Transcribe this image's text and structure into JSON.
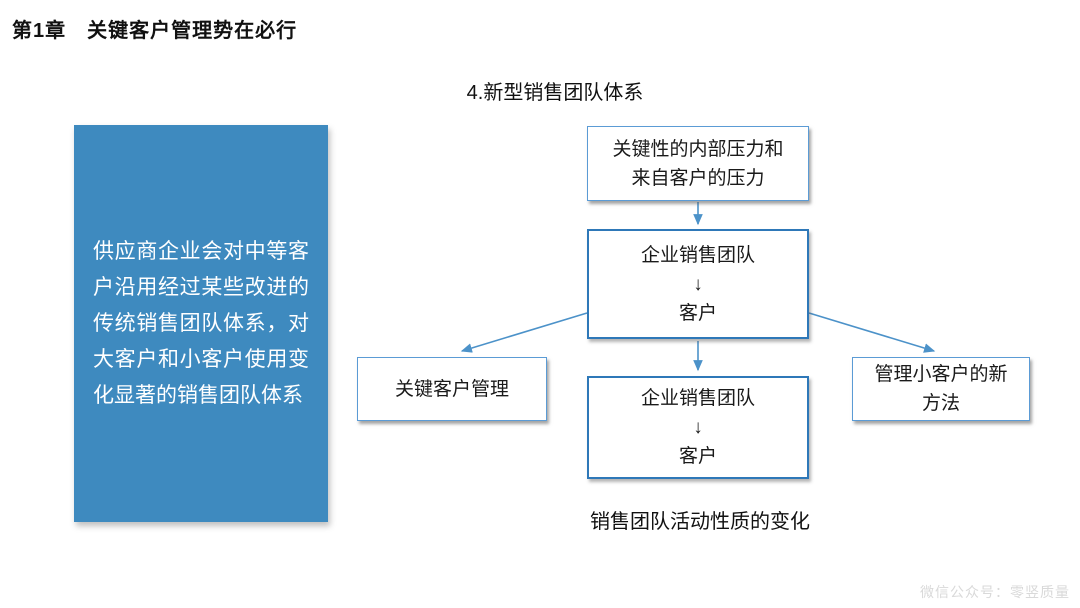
{
  "page": {
    "title": "第1章　关键客户管理势在必行",
    "subtitle": "4.新型销售团队体系",
    "watermark": "微信公众号：零竖质量"
  },
  "side_panel": {
    "text": "供应商企业会对中等客户沿用经过某些改进的传统销售团队体系，对大客户和小客户使用变化显著的销售团队体系",
    "bg_color": "#3E8ABF",
    "text_color": "#FFFFFF"
  },
  "diagram": {
    "caption": "销售团队活动性质的变化",
    "colors": {
      "node_border_light": "#5B9BD5",
      "node_border_dark": "#2E78B8",
      "arrow": "#4C92C9"
    },
    "nodes": {
      "pressure": {
        "text": "关键性的内部压力和\n来自客户的压力"
      },
      "team_top": {
        "text": "企业销售团队\n↓\n客户"
      },
      "kam": {
        "text": "关键客户管理"
      },
      "team_bottom": {
        "text": "企业销售团队\n↓\n客户"
      },
      "small_customers": {
        "text": "管理小客户的新\n方法"
      }
    },
    "edges": [
      {
        "from": "pressure",
        "to": "team_top"
      },
      {
        "from": "team_top",
        "to": "kam"
      },
      {
        "from": "team_top",
        "to": "team_bottom"
      },
      {
        "from": "team_top",
        "to": "small_customers"
      }
    ]
  }
}
